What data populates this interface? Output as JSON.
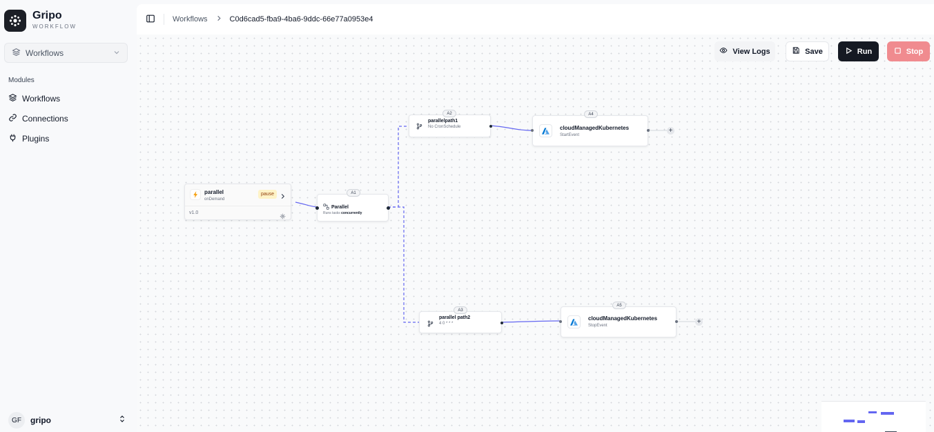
{
  "brand": {
    "name": "Gripo",
    "subtitle": "WORKFLOW"
  },
  "workspace_select": {
    "value": "Workflows"
  },
  "sidebar": {
    "modules_title": "Modules",
    "items": [
      {
        "label": "Workflows",
        "icon": "layers-icon"
      },
      {
        "label": "Connections",
        "icon": "link-icon"
      },
      {
        "label": "Plugins",
        "icon": "plug-icon"
      }
    ]
  },
  "user": {
    "initials": "GF",
    "name": "gripo"
  },
  "breadcrumb": {
    "parent": "Workflows",
    "current": "C0d6cad5-fba9-4ba6-9ddc-66e77a0953e4"
  },
  "toolbar": {
    "view_logs": "View Logs",
    "save": "Save",
    "run": "Run",
    "stop": "Stop"
  },
  "nodes": {
    "trigger": {
      "title": "parallel",
      "subtitle": "onDemand",
      "status": "pause",
      "version": "v1.0"
    },
    "a1": {
      "badge": "A1",
      "title": "Parallel",
      "sub_prefix": "Runs tasks",
      "sub_bold": "concurrently"
    },
    "a2": {
      "badge": "A2",
      "title": "parallelpath1",
      "subtitle": "No CronSchedule"
    },
    "a3": {
      "badge": "A3",
      "title": "parallel path2",
      "subtitle": "4 0 * * *"
    },
    "a4": {
      "badge": "A4",
      "title": "cloudManagedKubernetes",
      "subtitle": "StartEvent"
    },
    "a5": {
      "badge": "A5",
      "title": "cloudManagedKubernetes",
      "subtitle": "StopEvent"
    }
  },
  "colors": {
    "accent": "#6366f1",
    "run": "#151922",
    "stop": "#f08b8f",
    "azure": "#0078d4"
  }
}
